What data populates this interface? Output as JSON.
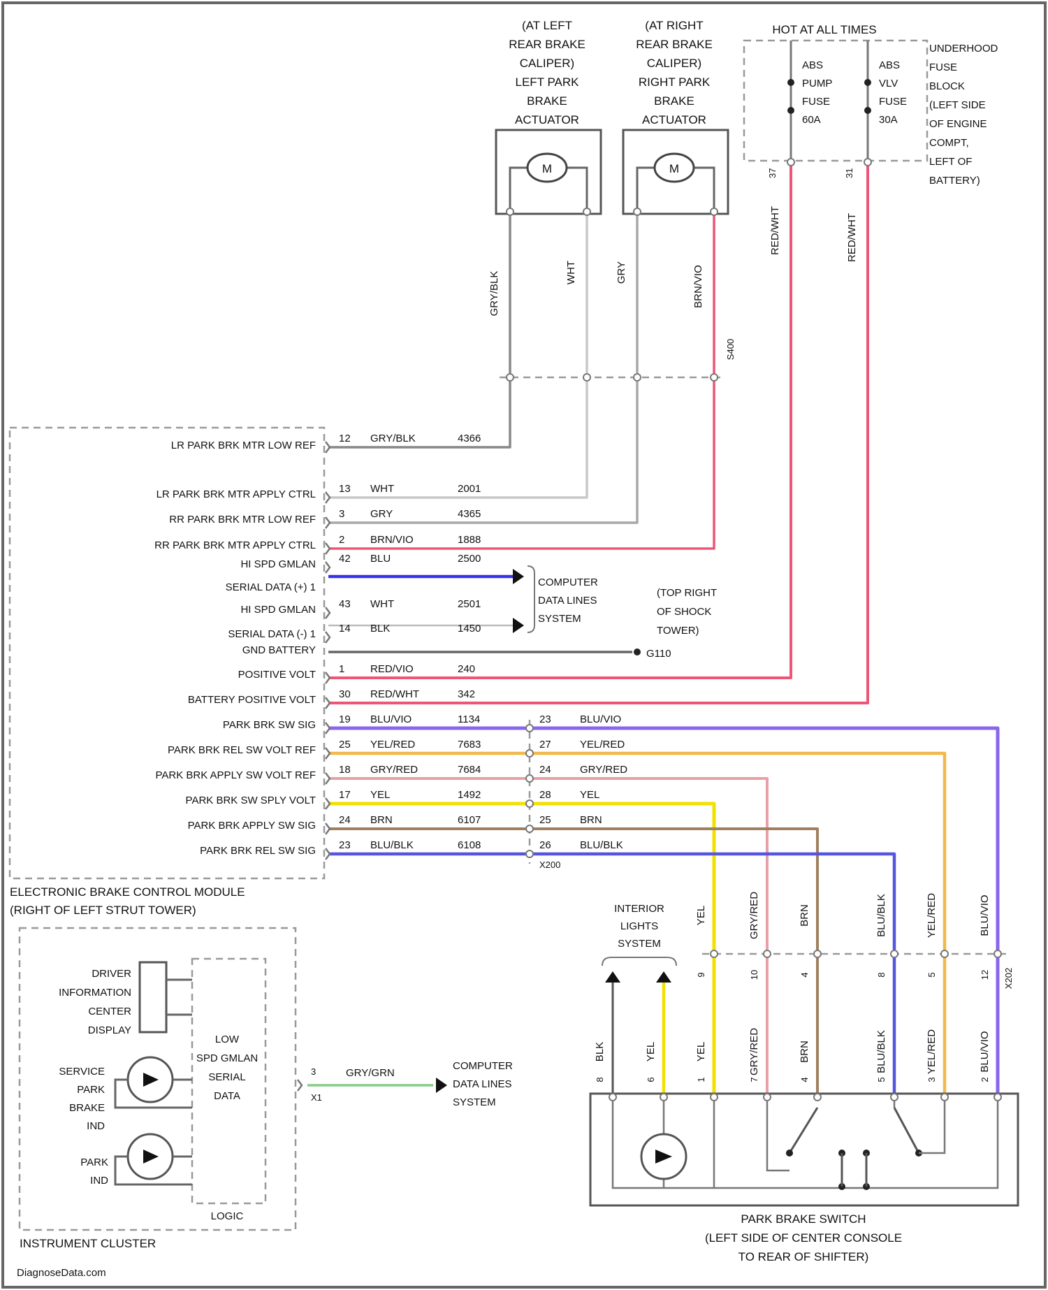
{
  "left_actuator": [
    "(AT LEFT",
    "REAR BRAKE",
    "CALIPER)",
    "LEFT PARK",
    "BRAKE",
    "ACTUATOR"
  ],
  "right_actuator": [
    "(AT RIGHT",
    "REAR BRAKE",
    "CALIPER)",
    "RIGHT PARK",
    "BRAKE",
    "ACTUATOR"
  ],
  "motor_symbol": "M",
  "hot_title": "HOT AT ALL TIMES",
  "fuse_pump": [
    "ABS",
    "PUMP",
    "FUSE",
    "60A"
  ],
  "fuse_vlv": [
    "ABS",
    "VLV",
    "FUSE",
    "30A"
  ],
  "underhood_label": [
    "UNDERHOOD",
    "FUSE",
    "BLOCK",
    "(LEFT SIDE",
    "OF ENGINE",
    "COMPT,",
    "LEFT OF",
    "BATTERY)"
  ],
  "fuse_terminals": [
    "37",
    "31"
  ],
  "vertical_wire_labels": [
    {
      "text": "GRY/BLK",
      "color": "#888888"
    },
    {
      "text": "WHT",
      "color": "#bbbbbb"
    },
    {
      "text": "GRY",
      "color": "#999999"
    },
    {
      "text": "BRN/VIO",
      "color": "#e06070"
    },
    {
      "text": "RED/WHT",
      "color": "#e05070"
    },
    {
      "text": "RED/WHT",
      "color": "#e05070"
    }
  ],
  "splice_label": "S400",
  "ebcm_pins": [
    {
      "label": "LR PARK BRK MTR LOW REF",
      "pin": "12",
      "color_code": "GRY/BLK",
      "circuit": "4366"
    },
    {
      "label": "LR PARK BRK MTR APPLY CTRL",
      "pin": "13",
      "color_code": "WHT",
      "circuit": "2001"
    },
    {
      "label": "RR PARK BRK MTR LOW REF",
      "pin": "3",
      "color_code": "GRY",
      "circuit": "4365"
    },
    {
      "label": "RR PARK BRK MTR APPLY CTRL",
      "pin": "2",
      "color_code": "BRN/VIO",
      "circuit": "1888"
    },
    {
      "label": "HI SPD GMLAN",
      "pin": "42",
      "color_code": "BLU",
      "circuit": "2500"
    },
    {
      "label": "SERIAL DATA (+) 1",
      "pin": "",
      "color_code": "",
      "circuit": ""
    },
    {
      "label": "HI SPD GMLAN",
      "pin": "43",
      "color_code": "WHT",
      "circuit": "2501"
    },
    {
      "label": "SERIAL DATA (-) 1",
      "pin": "14",
      "color_code": "BLK",
      "circuit": "1450"
    },
    {
      "label": "GND BATTERY",
      "pin": "",
      "color_code": "",
      "circuit": ""
    },
    {
      "label": "POSITIVE VOLT",
      "pin": "1",
      "color_code": "RED/VIO",
      "circuit": "240"
    },
    {
      "label": "BATTERY POSITIVE VOLT",
      "pin": "30",
      "color_code": "RED/WHT",
      "circuit": "342"
    },
    {
      "label": "PARK BRK SW SIG",
      "pin": "19",
      "color_code": "BLU/VIO",
      "circuit": "1134"
    },
    {
      "label": "PARK BRK REL SW VOLT REF",
      "pin": "25",
      "color_code": "YEL/RED",
      "circuit": "7683"
    },
    {
      "label": "PARK BRK APPLY SW VOLT REF",
      "pin": "18",
      "color_code": "GRY/RED",
      "circuit": "7684"
    },
    {
      "label": "PARK BRK SW SPLY VOLT",
      "pin": "17",
      "color_code": "YEL",
      "circuit": "1492"
    },
    {
      "label": "PARK BRK APPLY SW SIG",
      "pin": "24",
      "color_code": "BRN",
      "circuit": "6107"
    },
    {
      "label": "PARK BRK REL SW SIG",
      "pin": "23",
      "color_code": "BLU/BLK",
      "circuit": "6108"
    }
  ],
  "inline_connector": [
    {
      "pin": "23",
      "color_code": "BLU/VIO"
    },
    {
      "pin": "27",
      "color_code": "YEL/RED"
    },
    {
      "pin": "24",
      "color_code": "GRY/RED"
    },
    {
      "pin": "28",
      "color_code": "YEL"
    },
    {
      "pin": "25",
      "color_code": "BRN"
    },
    {
      "pin": "26",
      "color_code": "BLU/BLK"
    }
  ],
  "inline_connector_name": "X200",
  "computer_data_lines": [
    "COMPUTER",
    "DATA LINES",
    "SYSTEM"
  ],
  "ground_location": [
    "(TOP RIGHT",
    "OF SHOCK",
    "TOWER)"
  ],
  "ground_id": "G110",
  "ebcm_label": [
    "ELECTRONIC BRAKE CONTROL MODULE",
    "(RIGHT OF LEFT STRUT TOWER)"
  ],
  "interior_lights": [
    "INTERIOR",
    "LIGHTS",
    "SYSTEM"
  ],
  "switch_vertical_labels_upper": [
    "YEL",
    "GRY/RED",
    "BRN",
    "BLU/BLK",
    "YEL/RED",
    "BLU/VIO"
  ],
  "switch_vertical_labels_lower": [
    "BLK",
    "YEL",
    "YEL",
    "GRY/RED",
    "BRN",
    "BLU/BLK",
    "YEL/RED",
    "BLU/VIO"
  ],
  "x202_pins": [
    "9",
    "10",
    "4",
    "8",
    "5",
    "12"
  ],
  "x202_name": "X202",
  "switch_pins": [
    "8",
    "6",
    "1",
    "7",
    "4",
    "5",
    "3",
    "2"
  ],
  "park_brake_switch": [
    "PARK BRAKE SWITCH",
    "(LEFT SIDE OF CENTER CONSOLE",
    "TO REAR OF SHIFTER)"
  ],
  "cluster_dic": [
    "DRIVER",
    "INFORMATION",
    "CENTER",
    "DISPLAY"
  ],
  "cluster_service": [
    "SERVICE",
    "PARK",
    "BRAKE",
    "IND"
  ],
  "cluster_park": [
    "PARK",
    "IND"
  ],
  "cluster_logic": [
    "LOW",
    "SPD GMLAN",
    "SERIAL",
    "DATA"
  ],
  "logic_label": "LOGIC",
  "cluster_pins": [
    "3",
    "X1"
  ],
  "cluster_wire": "GRY/GRN",
  "instrument_cluster": "INSTRUMENT CLUSTER",
  "watermark": "DiagnoseData.com",
  "colors": {
    "blu_vio": "#8866ee",
    "yel_red": "#f2b84a",
    "gry_red": "#e8a0a8",
    "yel": "#f2e100",
    "brn": "#a08060",
    "blu_blk": "#5555e0",
    "red_wht": "#ee5577",
    "blu": "#3333ee",
    "gry_grn": "#88cc88"
  }
}
